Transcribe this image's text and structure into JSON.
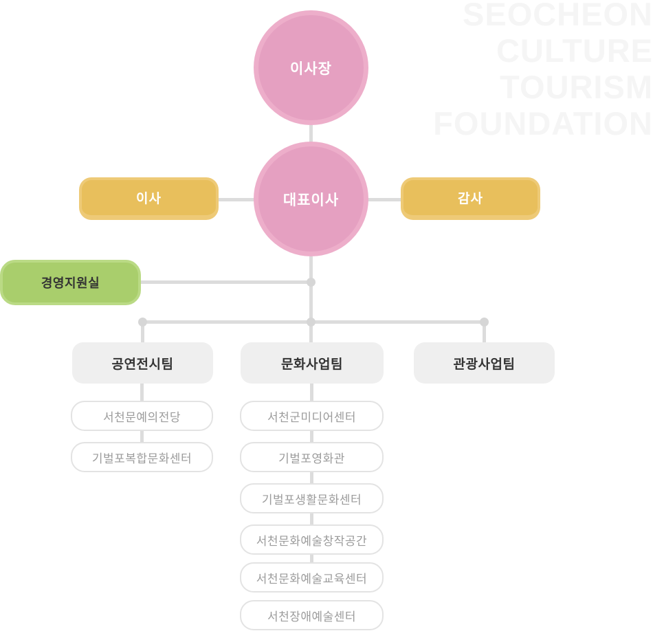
{
  "watermark": {
    "lines": [
      "SEOCHEON",
      "CULTURE",
      "TOURISM",
      "FOUNDATION"
    ]
  },
  "org": {
    "chairman": "이사장",
    "ceo": "대표이사",
    "director": "이사",
    "auditor": "감사",
    "support_office": "경영지원실",
    "teams": [
      {
        "label": "공연전시팀",
        "children": [
          "서천문예의전당",
          "기벌포복합문화센터"
        ]
      },
      {
        "label": "문화사업팀",
        "children": [
          "서천군미디어센터",
          "기벌포영화관",
          "기벌포생활문화센터",
          "서천문화예술창작공간",
          "서천문화예술교육센터",
          "서천장애예술센터"
        ]
      },
      {
        "label": "관광사업팀",
        "children": []
      }
    ]
  },
  "colors": {
    "circle_fill": "#e5a0c1",
    "circle_border": "#edaeca",
    "yellow_fill": "#e8bf5c",
    "yellow_border": "#eeca77",
    "green_fill": "#a9ce6c",
    "green_border": "#bada85",
    "team_box_fill": "#efefef",
    "sub_box_border": "#e3e3e3",
    "sub_text": "#9b9b9b",
    "connector": "#dcdcdc",
    "watermark": "#f5f5f5"
  }
}
